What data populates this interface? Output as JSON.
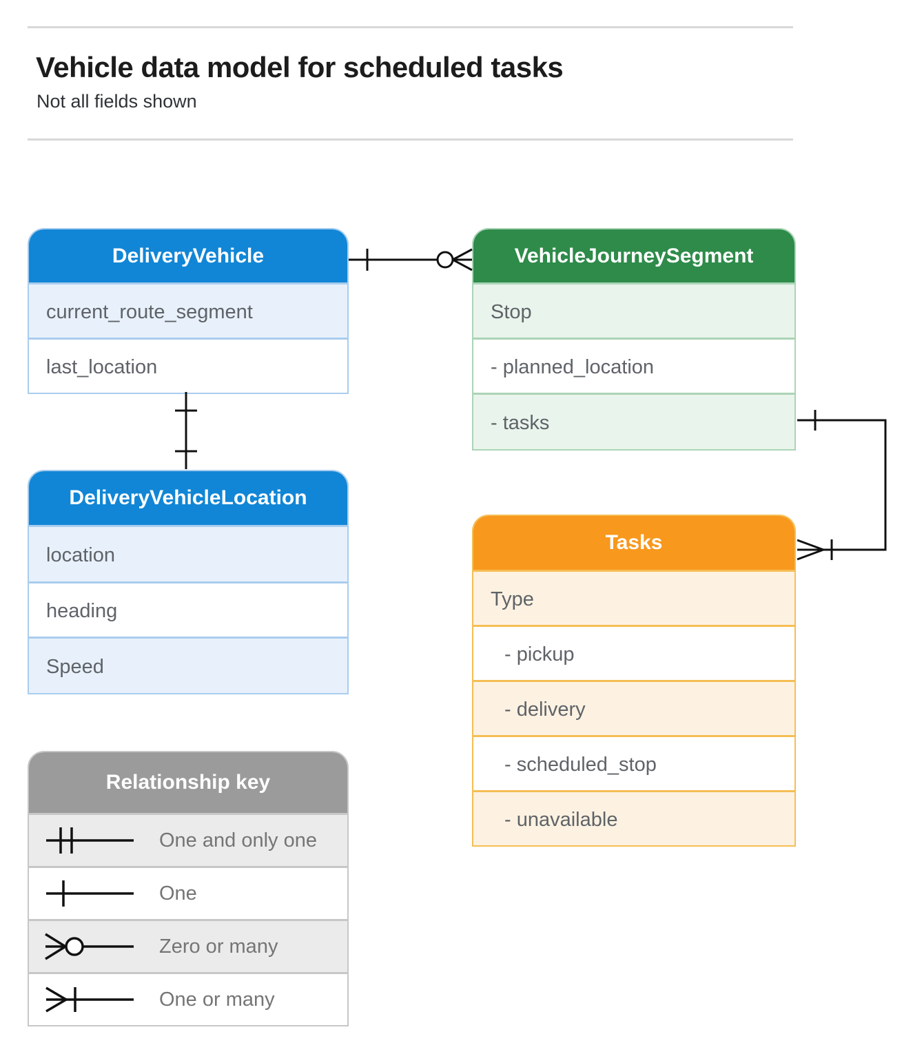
{
  "page": {
    "title": "Vehicle data model for scheduled tasks",
    "subtitle": "Not all fields shown"
  },
  "entities": {
    "delivery_vehicle": {
      "title": "DeliveryVehicle",
      "rows": [
        "current_route_segment",
        "last_location"
      ]
    },
    "vehicle_journey_segment": {
      "title": "VehicleJourneySegment",
      "rows": [
        "Stop",
        "- planned_location",
        "- tasks"
      ]
    },
    "delivery_vehicle_location": {
      "title": "DeliveryVehicleLocation",
      "rows": [
        "location",
        "heading",
        "Speed"
      ]
    },
    "tasks": {
      "title": "Tasks",
      "rows": [
        "Type",
        "- pickup",
        "- delivery",
        "- scheduled_stop",
        "- unavailable"
      ]
    }
  },
  "legend": {
    "title": "Relationship key",
    "items": [
      {
        "symbol": "one-and-only-one",
        "label": "One and only one"
      },
      {
        "symbol": "one",
        "label": "One"
      },
      {
        "symbol": "zero-or-many",
        "label": "Zero or many"
      },
      {
        "symbol": "one-or-many",
        "label": "One or many"
      }
    ]
  },
  "relationships": [
    {
      "from": "DeliveryVehicle",
      "to": "VehicleJourneySegment",
      "from_cardinality": "One",
      "to_cardinality": "Zero or many"
    },
    {
      "from": "DeliveryVehicle",
      "to": "DeliveryVehicleLocation",
      "from_cardinality": "One",
      "to_cardinality": "One"
    },
    {
      "from": "VehicleJourneySegment",
      "to": "Tasks",
      "from_cardinality": "One",
      "to_cardinality": "One or many"
    }
  ],
  "colors": {
    "blue_header": "#1186d6",
    "blue_row": "#e8f1fb",
    "green_header": "#2e8b4a",
    "green_row": "#e9f4ec",
    "orange_header": "#f8981d",
    "orange_row": "#fdf2e2",
    "gray_header": "#9b9b9b",
    "gray_row": "#ebebeb",
    "row_text": "#5f6368",
    "connector": "#111111"
  }
}
